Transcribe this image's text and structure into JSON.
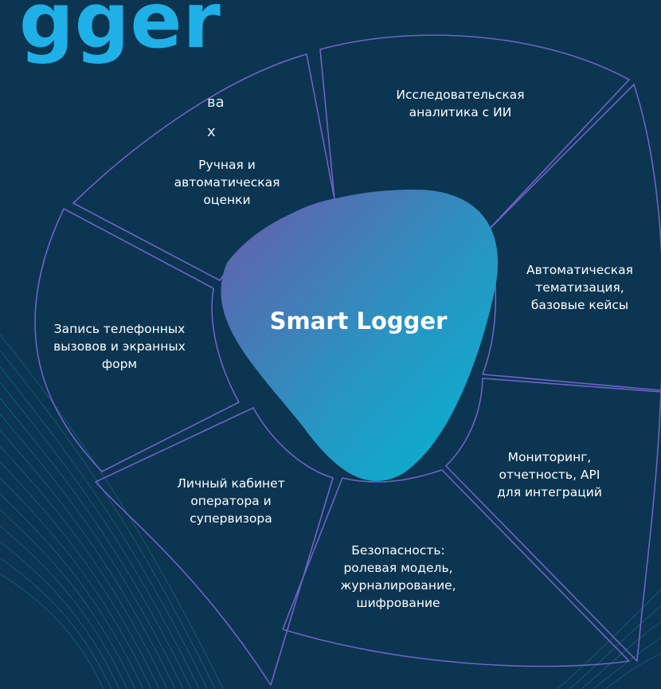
{
  "header": {
    "title_fragment": "gger",
    "subtitle_line1_fragment": "ва",
    "subtitle_line2_fragment": "х"
  },
  "diagram": {
    "center_label": "Smart Logger",
    "segments": [
      {
        "id": "research",
        "label": "Исследовательская\nаналитика с ИИ"
      },
      {
        "id": "evaluation",
        "label": "Ручная и\nавтоматическая\nоценки"
      },
      {
        "id": "themes",
        "label": "Автоматическая\nтематизация,\nбазовые кейсы"
      },
      {
        "id": "recording",
        "label": "Запись телефонных\nвызовов и экранных\nформ"
      },
      {
        "id": "monitoring",
        "label": "Мониторинг,\nотчетность, API\nдля интеграций"
      },
      {
        "id": "cabinet",
        "label": "Личный кабинет\nоператора и\nсупервизора"
      },
      {
        "id": "security",
        "label": "Безопасность:\nролевая модель,\nжурналирование,\nшифрование"
      }
    ]
  },
  "colors": {
    "background": "#0b3550",
    "outline": "#6f63c9",
    "title": "#1fb0e8",
    "center_gradient_start": "#6a5aaa",
    "center_gradient_end": "#00b8d4"
  }
}
